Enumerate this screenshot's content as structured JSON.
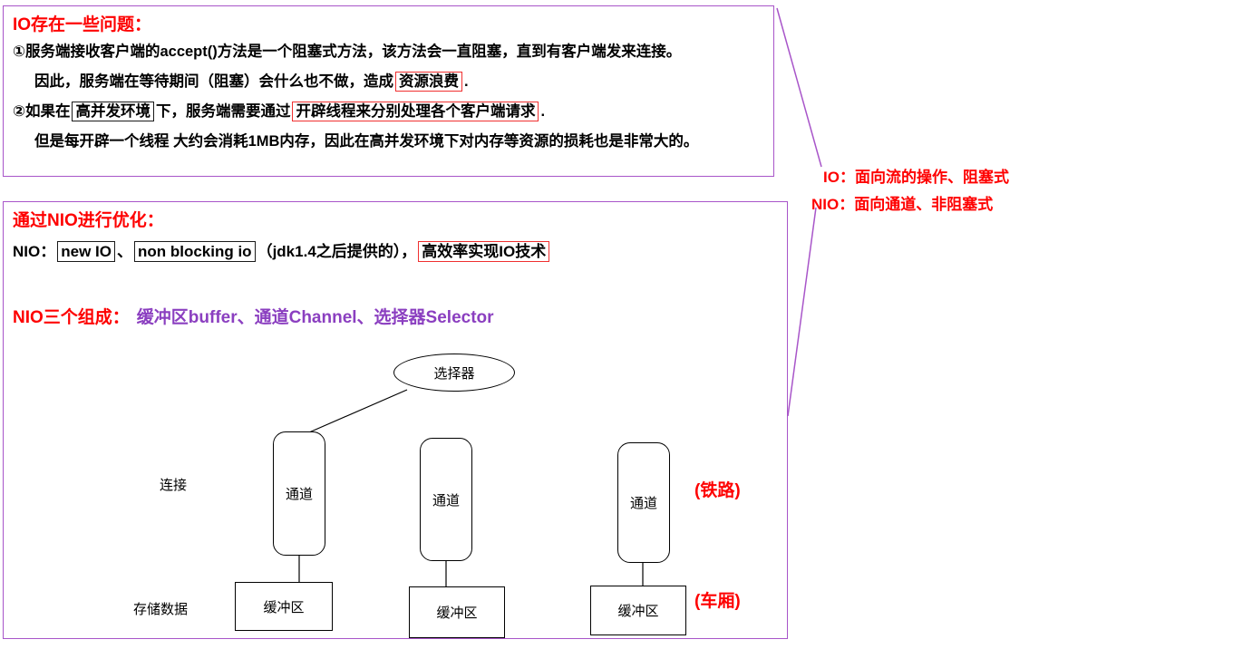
{
  "colors": {
    "panel_border": "#a855c9",
    "accent_red": "#fe0000",
    "accent_purple": "#8b3fc0",
    "text": "#000000"
  },
  "io_section": {
    "title": "IO存在一些问题：",
    "point1": "①服务端接收客户端的accept()方法是一个阻塞式方法，该方法会一直阻塞，直到有客户端发来连接。",
    "point1_detail_pre": "因此，服务端在等待期间（阻塞）会什么也不做，造成",
    "point1_detail_boxed": "资源浪费",
    "point1_detail_post": ".",
    "point2_pre": "②如果在",
    "point2_boxed1": "高并发环境",
    "point2_mid": "下，服务端需要通过",
    "point2_boxed2": "开辟线程来分别处理各个客户端请求",
    "point2_post": ".",
    "point2_detail": "但是每开辟一个线程 大约会消耗1MB内存，因此在高并发环境下对内存等资源的损耗也是非常大的。"
  },
  "annotations": {
    "io_note": "IO：面向流的操作、阻塞式",
    "nio_note": "NIO：面向通道、非阻塞式"
  },
  "nio_section": {
    "title": "通过NIO进行优化：",
    "line_label": "NIO：",
    "boxed1": "new IO",
    "sep1": "、",
    "boxed2": "non blocking io",
    "mid": "（jdk1.4之后提供的），",
    "boxed3": "高效率实现IO技术",
    "components_label": "NIO三个组成：",
    "components_value": "缓冲区buffer、通道Channel、选择器Selector"
  },
  "diagram": {
    "selector": "选择器",
    "channel": "通道",
    "buffer": "缓冲区",
    "connect_label": "连接",
    "store_label": "存储数据",
    "rail_label": "(铁路)",
    "car_label": "(车厢)"
  }
}
